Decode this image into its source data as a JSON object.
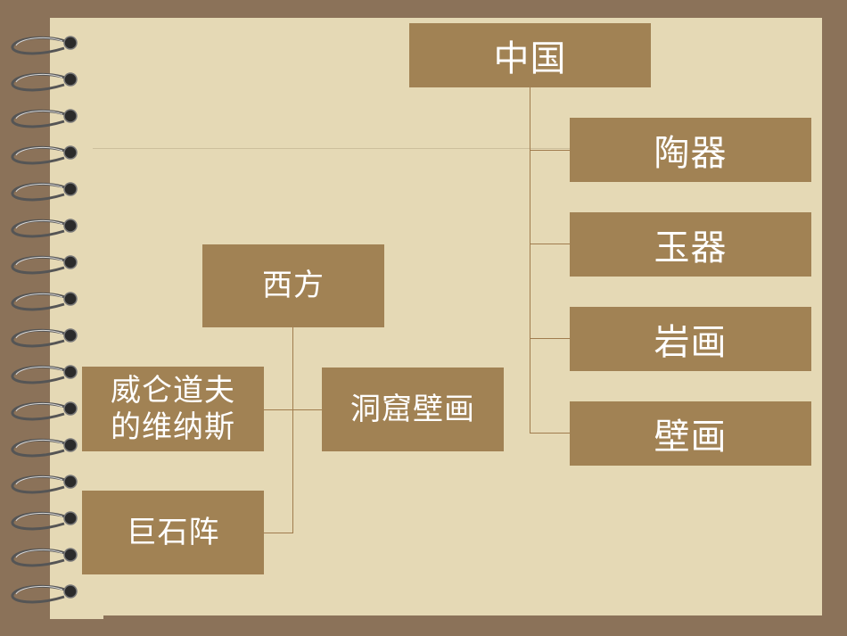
{
  "colors": {
    "background": "#8b7259",
    "paper": "#e5d9b5",
    "node_fill": "#a18254",
    "node_text": "#ffffff",
    "connector": "#a07c4e"
  },
  "diagram": {
    "china": {
      "root": "中国",
      "children": [
        "陶器",
        "玉器",
        "岩画",
        "壁画"
      ]
    },
    "west": {
      "root": "西方",
      "children": [
        "威仑道夫\n的维纳斯",
        "巨石阵",
        "洞窟壁画"
      ]
    }
  },
  "decor": {
    "binding_icon": "spiral-binding-icon"
  }
}
